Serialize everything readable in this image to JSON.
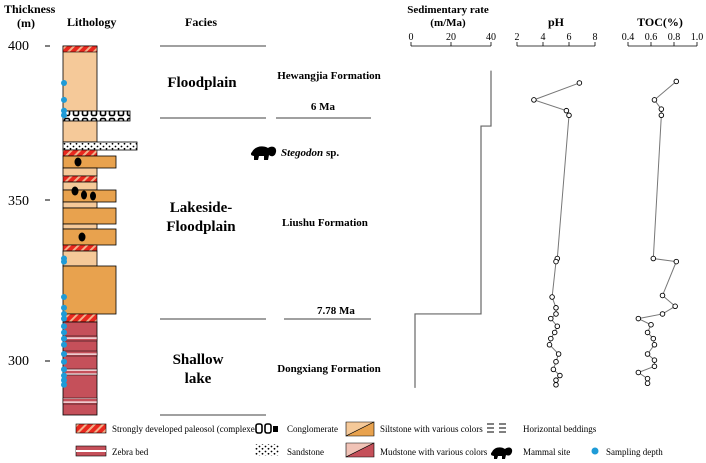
{
  "headers": {
    "thickness": "Thickness",
    "thickness_unit": "(m)",
    "lithology": "Lithology",
    "facies": "Facies",
    "sed_rate": "Sedimentary rate",
    "sed_rate_unit": "(m/Ma)",
    "ph": "pH",
    "toc": "TOC(%)"
  },
  "thickness_ticks": [
    "400",
    "350",
    "300"
  ],
  "sed_rate_ticks": [
    "0",
    "20",
    "40"
  ],
  "ph_ticks": [
    "2",
    "4",
    "6",
    "8"
  ],
  "toc_ticks": [
    "0.4",
    "0.6",
    "0.8",
    "1.0"
  ],
  "facies": {
    "floodplain": "Floodplain",
    "lakeside_1": "Lakeside-",
    "lakeside_2": "Floodplain",
    "shallow_1": "Shallow",
    "shallow_2": "lake"
  },
  "formations": {
    "hewangjia": "Hewangjia Formation",
    "liushu": "Liushu Formation",
    "dongxiang": "Dongxiang Formation"
  },
  "ages": {
    "age_6": "6 Ma",
    "age_778": "7.78 Ma"
  },
  "fossil": {
    "genus": "Stegodon",
    "suffix": " sp."
  },
  "legend": {
    "paleosol": "Strongly developed paleosol (complexes)",
    "zebra": "Zebra bed",
    "conglomerate": "Conglomerate",
    "sandstone": "Sandstone",
    "siltstone": "Siltstone with various colors",
    "mudstone": "Mudstone with various colors",
    "horizontal": "Horizontal beddings",
    "mammal": "Mammal site",
    "sampling": "Sampling  depth"
  },
  "colors": {
    "paleosol": "#e8281e",
    "siltstone_light": "#f5c999",
    "siltstone_dark": "#e8a24e",
    "mudstone": "#c5505a",
    "sampling": "#1f9bd7"
  },
  "chart_data": [
    {
      "type": "line",
      "name": "sedimentary_rate",
      "xlabel": "Sedimentary rate (m/Ma)",
      "xlim": [
        0,
        40
      ],
      "ylim": [
        282,
        400
      ],
      "steps": [
        {
          "from_m": 374,
          "to_m": 392,
          "rate": 40
        },
        {
          "from_m": 313,
          "to_m": 374,
          "rate": 35
        },
        {
          "from_m": 289,
          "to_m": 313,
          "rate": 2
        }
      ]
    },
    {
      "type": "line",
      "name": "pH",
      "xlim": [
        2,
        8
      ],
      "points": [
        {
          "depth": 388,
          "value": 6.8
        },
        {
          "depth": 382.5,
          "value": 3.3
        },
        {
          "depth": 379,
          "value": 5.8
        },
        {
          "depth": 377.5,
          "value": 6.0
        },
        {
          "depth": 331,
          "value": 5.1
        },
        {
          "depth": 330,
          "value": 5.0
        },
        {
          "depth": 318.5,
          "value": 4.7
        },
        {
          "depth": 315,
          "value": 5.0
        },
        {
          "depth": 313,
          "value": 5.0
        },
        {
          "depth": 311.5,
          "value": 4.6
        },
        {
          "depth": 309,
          "value": 5.1
        },
        {
          "depth": 307,
          "value": 4.9
        },
        {
          "depth": 305,
          "value": 4.6
        },
        {
          "depth": 303,
          "value": 4.5
        },
        {
          "depth": 300,
          "value": 5.2
        },
        {
          "depth": 297.5,
          "value": 5.0
        },
        {
          "depth": 295,
          "value": 4.8
        },
        {
          "depth": 293,
          "value": 5.3
        },
        {
          "depth": 291.5,
          "value": 5.0
        },
        {
          "depth": 290,
          "value": 5.0
        }
      ]
    },
    {
      "type": "line",
      "name": "TOC",
      "xlabel": "TOC(%)",
      "xlim": [
        0.4,
        1.0
      ],
      "points": [
        {
          "depth": 388.5,
          "value": 0.82
        },
        {
          "depth": 382.5,
          "value": 0.63
        },
        {
          "depth": 379.5,
          "value": 0.69
        },
        {
          "depth": 377.5,
          "value": 0.69
        },
        {
          "depth": 331,
          "value": 0.62
        },
        {
          "depth": 330,
          "value": 0.82
        },
        {
          "depth": 319,
          "value": 0.7
        },
        {
          "depth": 315.5,
          "value": 0.81
        },
        {
          "depth": 313,
          "value": 0.7
        },
        {
          "depth": 311.5,
          "value": 0.49
        },
        {
          "depth": 309.5,
          "value": 0.6
        },
        {
          "depth": 307,
          "value": 0.57
        },
        {
          "depth": 305,
          "value": 0.62
        },
        {
          "depth": 303,
          "value": 0.63
        },
        {
          "depth": 300,
          "value": 0.57
        },
        {
          "depth": 298,
          "value": 0.63
        },
        {
          "depth": 296,
          "value": 0.63
        },
        {
          "depth": 294,
          "value": 0.49
        },
        {
          "depth": 292,
          "value": 0.57
        },
        {
          "depth": 290.5,
          "value": 0.57
        }
      ]
    }
  ]
}
